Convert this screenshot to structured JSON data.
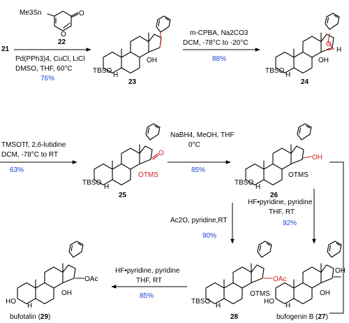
{
  "compounds": {
    "c21": "21",
    "c22": "22",
    "c23": "23",
    "c24": "24",
    "c25": "25",
    "c26": "26",
    "c28": "28",
    "bufogenin_name": "bufogenin B (",
    "bufogenin_num": "27",
    "bufotalin_name": "bufotalin (",
    "bufotalin_num": "29",
    "close_paren": ")"
  },
  "atoms": {
    "tbso": "TBSO",
    "ho": "HO",
    "oh": "OH",
    "otms": "OTMS",
    "oac": "OAc",
    "o": "O",
    "h": "H",
    "me3sn": "Me3Sn"
  },
  "steps": {
    "s1_line1": "Pd(PPh3)4, CuCl, LiCl",
    "s1_line2": "DMSO, THF, 60°C",
    "s1_yield": "76%",
    "s2_line1": "m-CPBA, Na2CO3",
    "s2_line2": "DCM, -78°C  to  -20°C",
    "s2_yield": "88%",
    "s3_line1": "TMSOTf, 2,6-lutidine",
    "s3_line2": "DCM, -78°C  to RT",
    "s3_yield": "63%",
    "s4_line1": "NaBH4, MeOH, THF",
    "s4_line2": "0°C",
    "s4_yield": "85%",
    "s5_line1": "Ac2O, pyridine,RT",
    "s5_yield": "90%",
    "s6_line1": "HF•pyridine, pyridine",
    "s6_line2": "THF, RT",
    "s6_yield": "92%",
    "s7_line1": "HF•pyridine, pyridine",
    "s7_line2": "THF, RT",
    "s7_yield": "85%"
  }
}
